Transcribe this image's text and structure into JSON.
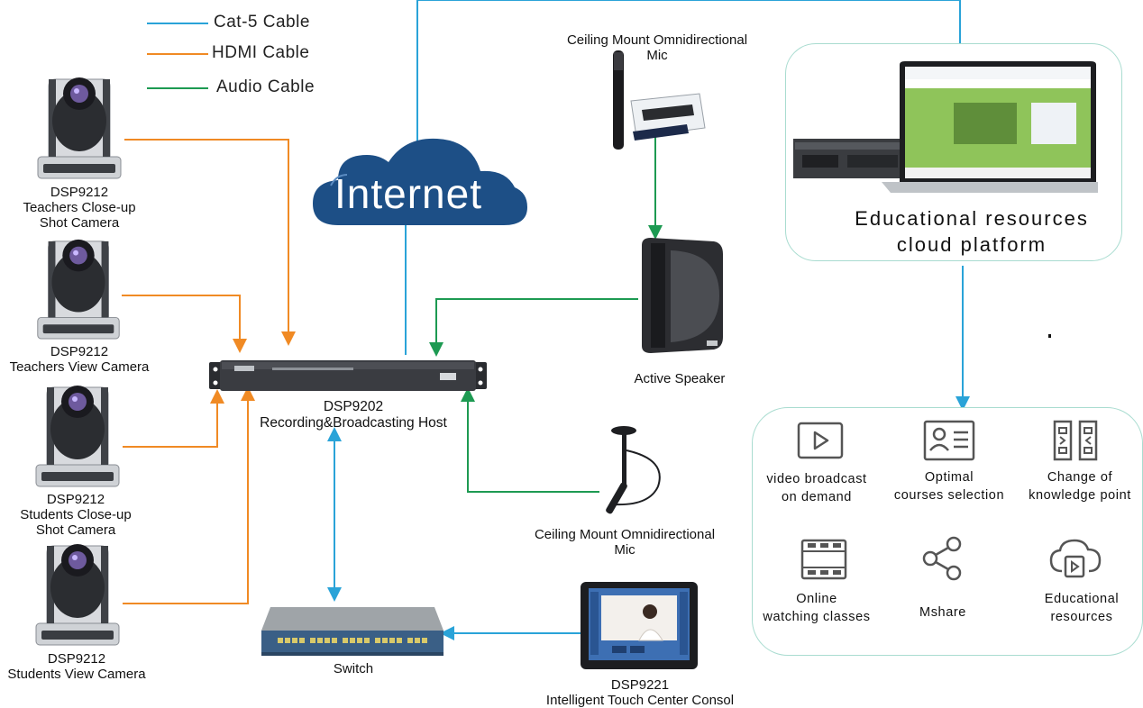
{
  "legend": [
    {
      "label": "Cat-5 Cable",
      "color": "#2aa3d8"
    },
    {
      "label": "HDMI Cable",
      "color": "#f08a24"
    },
    {
      "label": "Audio Cable",
      "color": "#1d9a52"
    }
  ],
  "cameras": [
    {
      "model": "DSP9212",
      "line2": "Teachers Close-up",
      "line3": "Shot Camera"
    },
    {
      "model": "DSP9212",
      "line2": "Teachers View Camera",
      "line3": ""
    },
    {
      "model": "DSP9212",
      "line2": "Students Close-up",
      "line3": "Shot Camera"
    },
    {
      "model": "DSP9212",
      "line2": "Students View Camera",
      "line3": ""
    }
  ],
  "internet": {
    "label": "Internet"
  },
  "host": {
    "model": "DSP9202",
    "name": "Recording&Broadcasting Host"
  },
  "ceiling_mic_top": {
    "line1": "Ceiling Mount Omnidirectional",
    "line2": "Mic"
  },
  "ceiling_mic_bottom": {
    "line1": "Ceiling Mount Omnidirectional",
    "line2": "Mic"
  },
  "speaker": {
    "label": "Active Speaker"
  },
  "switch": {
    "label": "Switch"
  },
  "console": {
    "model": "DSP9221",
    "name": "Intelligent Touch Center Consol"
  },
  "cloud_platform": {
    "line1": "Educational resources",
    "line2": "cloud platform"
  },
  "features": [
    {
      "line1": "video broadcast",
      "line2": "on demand",
      "icon": "play-icon"
    },
    {
      "line1": "Optimal",
      "line2": "courses selection",
      "icon": "profile-card-icon"
    },
    {
      "line1": "Change of",
      "line2": "knowledge point",
      "icon": "split-list-icon"
    },
    {
      "line1": "Online",
      "line2": "watching classes",
      "icon": "film-strip-icon"
    },
    {
      "line1": "Mshare",
      "line2": "",
      "icon": "share-icon"
    },
    {
      "line1": "Educational",
      "line2": "resources",
      "icon": "cloud-play-icon"
    }
  ],
  "colors": {
    "cat5": "#2aa3d8",
    "hdmi": "#f08a24",
    "audio": "#1d9a52",
    "cloud": "#1d4f86",
    "panel_border": "#a9dcd0",
    "icon": "#555555"
  }
}
